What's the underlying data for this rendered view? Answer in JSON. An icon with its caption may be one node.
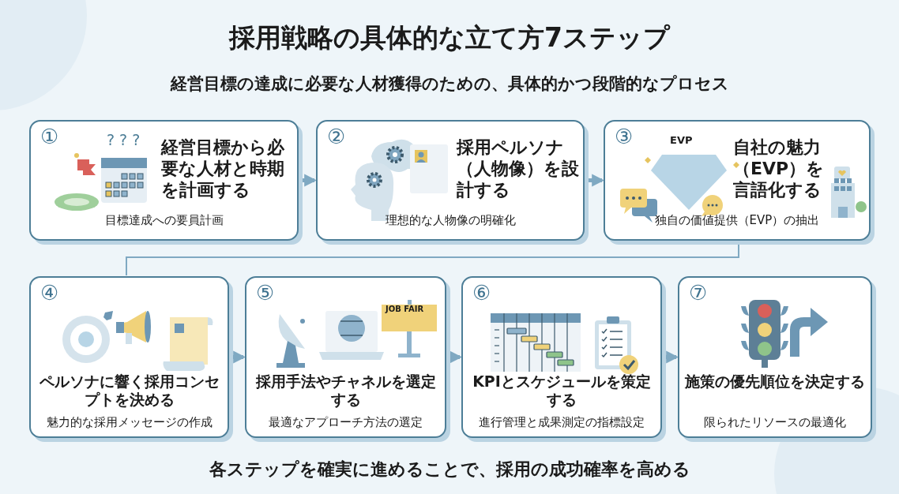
{
  "diagram": {
    "title": "採用戦略の具体的な立て方7ステップ",
    "caption": "各ステップを確実に進めることで、採用の成功確率を高める",
    "nodes": [
      {
        "text": [
          "①",
          "経営目標から必要な人材と時期を計画する",
          "目標達成への要員計画"
        ]
      },
      {
        "text": [
          "②",
          "採用ペルソナ（人物像）を設計する",
          "理想的な人物像の明確化"
        ]
      },
      {
        "text": [
          "③",
          "自社の魅力（EVP）を言語化する",
          "独自の価値提供（EVP）の抽出"
        ]
      },
      {
        "text": [
          "④",
          "ペルソナに響く採用コンセプトを決める",
          "魅力的な採用メッセージの作成"
        ]
      },
      {
        "text": [
          "⑤",
          "採用手法やチャネルを選定する",
          "最適なアプローチ方法の選定"
        ]
      },
      {
        "text": [
          "⑥",
          "KPIとスケジュールを策定する",
          "進行管理と成果測定の指標設定"
        ]
      },
      {
        "text": [
          "⑦",
          "施策の優先順位を決定する",
          "限られたリソースの最適化"
        ]
      }
    ],
    "edges": [
      {
        "from": 0,
        "to": 1,
        "arrow": "to"
      },
      {
        "from": 1,
        "to": 2,
        "arrow": "to"
      },
      {
        "from": 2,
        "to": 3,
        "arrow": "none"
      },
      {
        "from": 3,
        "to": 4,
        "arrow": "to"
      },
      {
        "from": 4,
        "to": 5,
        "arrow": "to"
      },
      {
        "from": 5,
        "to": 6,
        "arrow": "to"
      }
    ],
    "labels": [
      "経営目標の達成に必要な人材獲得のための、具体的かつ段階的なプロセス",
      "? ? ?",
      "EVP",
      "JOB FAIR"
    ]
  }
}
